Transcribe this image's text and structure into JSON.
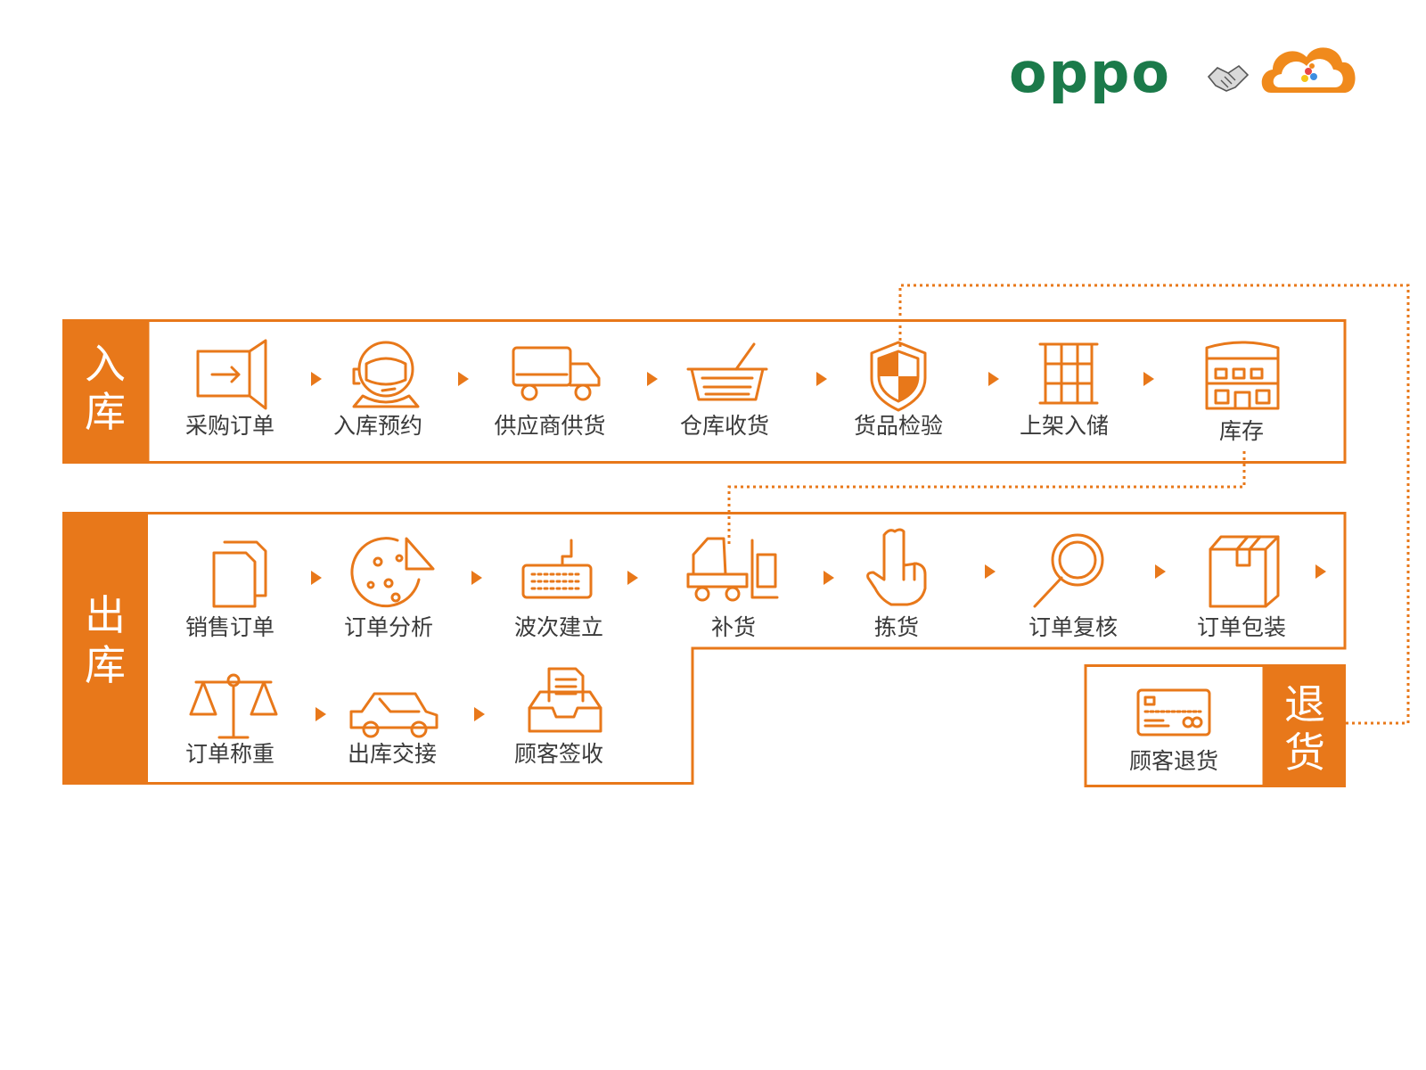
{
  "colors": {
    "accent": "#e8781a",
    "text": "#3a3a3a",
    "logo_green": "#1b7a4a"
  },
  "logo": {
    "brand": "oppo",
    "partner_icon": "handshake-icon",
    "cloud_icon": "cloud-logo-icon"
  },
  "inbound": {
    "title": "入库",
    "steps": [
      {
        "label": "采购订单",
        "icon": "purchase-order-icon"
      },
      {
        "label": "入库预约",
        "icon": "headset-agent-icon"
      },
      {
        "label": "供应商供货",
        "icon": "truck-icon"
      },
      {
        "label": "仓库收货",
        "icon": "basket-icon"
      },
      {
        "label": "货品检验",
        "icon": "shield-icon"
      },
      {
        "label": "上架入储",
        "icon": "shelf-icon"
      },
      {
        "label": "库存",
        "icon": "warehouse-icon"
      }
    ]
  },
  "outbound": {
    "title": "出库",
    "row1": [
      {
        "label": "销售订单",
        "icon": "documents-icon"
      },
      {
        "label": "订单分析",
        "icon": "pie-chart-icon"
      },
      {
        "label": "波次建立",
        "icon": "keyboard-icon"
      },
      {
        "label": "补货",
        "icon": "forklift-icon"
      },
      {
        "label": "拣货",
        "icon": "pointing-hand-icon"
      },
      {
        "label": "订单复核",
        "icon": "magnifier-icon"
      },
      {
        "label": "订单包装",
        "icon": "package-box-icon"
      }
    ],
    "row2": [
      {
        "label": "订单称重",
        "icon": "scale-icon"
      },
      {
        "label": "出库交接",
        "icon": "car-icon"
      },
      {
        "label": "顾客签收",
        "icon": "inbox-tray-icon"
      }
    ]
  },
  "returns": {
    "title": "退货",
    "steps": [
      {
        "label": "顾客退货",
        "icon": "card-icon"
      }
    ]
  }
}
